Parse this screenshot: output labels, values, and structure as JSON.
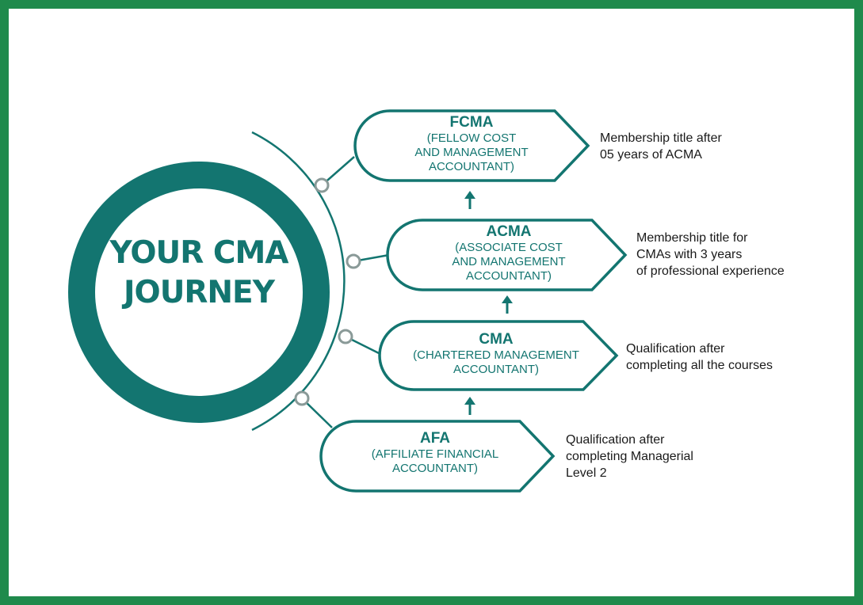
{
  "journey": {
    "title_lines": [
      "YOUR CMA",
      "JOURNEY"
    ]
  },
  "stages": [
    {
      "abbr": "FCMA",
      "full_lines": [
        "(FELLOW COST",
        "AND MANAGEMENT",
        "ACCOUNTANT)"
      ],
      "description_lines": [
        "Membership title after",
        "05 years of ACMA"
      ]
    },
    {
      "abbr": "ACMA",
      "full_lines": [
        "(ASSOCIATE COST",
        "AND MANAGEMENT",
        "ACCOUNTANT)"
      ],
      "description_lines": [
        "Membership title for",
        "CMAs with 3 years",
        "of professional experience"
      ]
    },
    {
      "abbr": "CMA",
      "full_lines": [
        "(CHARTERED MANAGEMENT",
        "ACCOUNTANT)"
      ],
      "description_lines": [
        "Qualification after",
        "completing all the courses"
      ]
    },
    {
      "abbr": "AFA",
      "full_lines": [
        "(AFFILIATE FINANCIAL",
        "ACCOUNTANT)"
      ],
      "description_lines": [
        "Qualification after",
        "completing Managerial",
        "Level 2"
      ]
    }
  ],
  "colors": {
    "frame": "#1f8a4c",
    "teal": "#137570",
    "text": "#1a1a1a"
  }
}
